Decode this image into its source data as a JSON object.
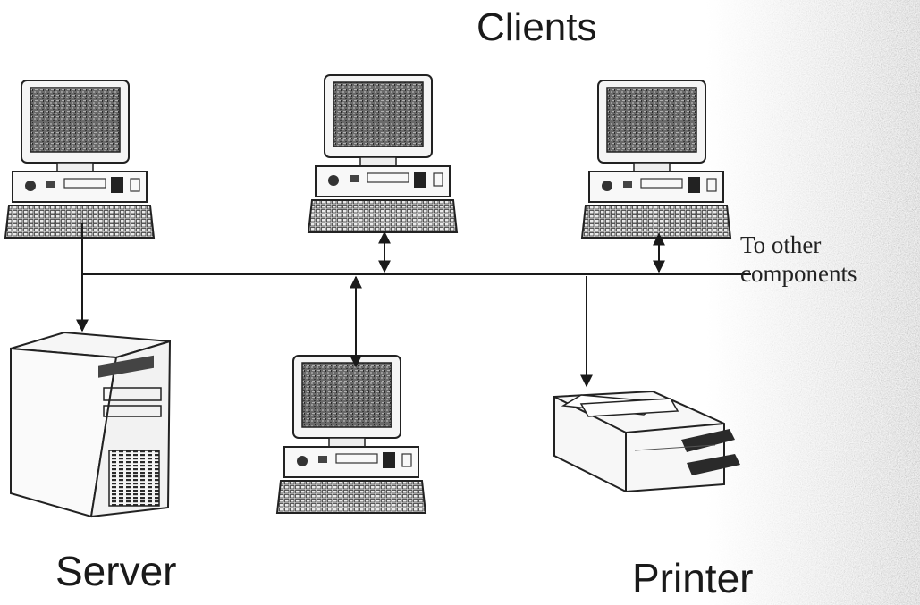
{
  "labels": {
    "clients": "Clients",
    "server": "Server",
    "printer": "Printer",
    "other_line1": "To other",
    "other_line2": "components"
  },
  "colors": {
    "line": "#1a1a1a",
    "screen": "#5a5a5a",
    "screen_dark": "#1e1e1e",
    "body": "#f2f2f2",
    "noise": "#7a7a7a"
  },
  "icons": [
    "client-computer-icon",
    "server-tower-icon",
    "printer-icon"
  ]
}
